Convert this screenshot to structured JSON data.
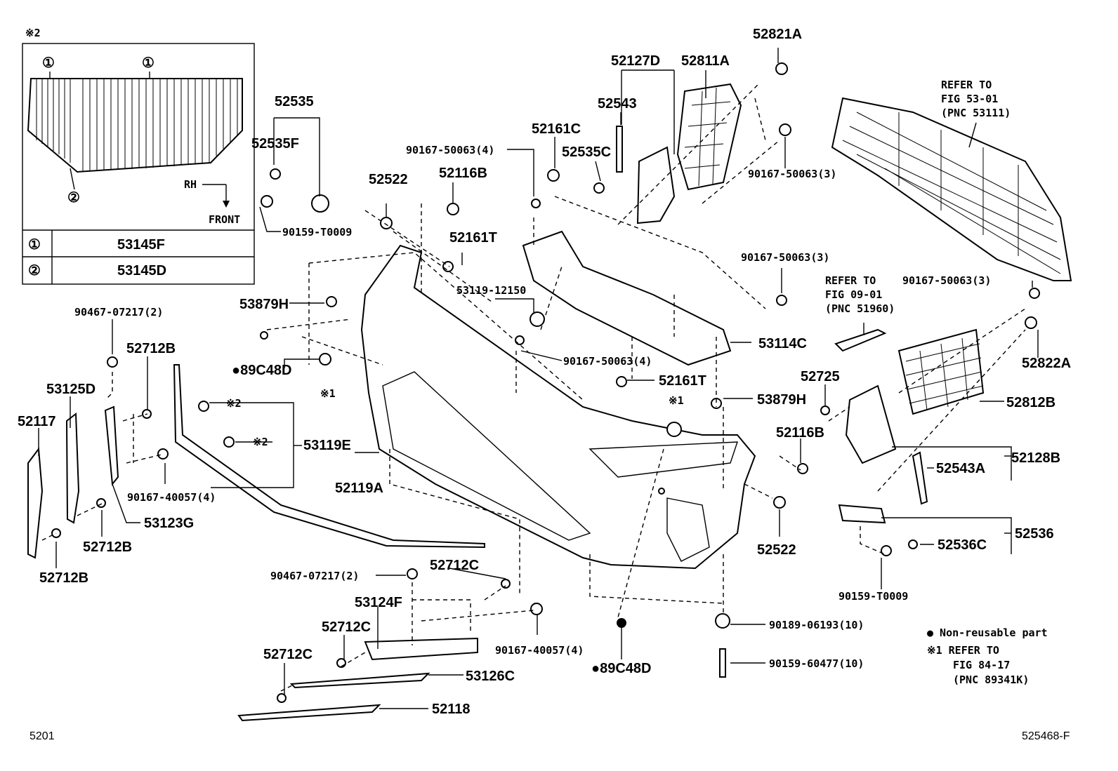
{
  "inset": {
    "marker": "※2",
    "callout_1": "①",
    "callout_2": "②",
    "dir_rh": "RH",
    "dir_front": "FRONT",
    "table": [
      {
        "no": "①",
        "part": "53145F"
      },
      {
        "no": "②",
        "part": "53145D"
      }
    ]
  },
  "labels": {
    "l52535": "52535",
    "l52535F": "52535F",
    "l90159T0009a": "90159-T0009",
    "l52522a": "52522",
    "l52116Ba": "52116B",
    "l90167_50063_4a": "90167-50063(4)",
    "l52161C": "52161C",
    "l52535C": "52535C",
    "l52127D": "52127D",
    "l52543": "52543",
    "l52811A": "52811A",
    "l52821A": "52821A",
    "l90167_50063_3a": "90167-50063(3)",
    "refer1_l1": "REFER TO",
    "refer1_l2": "FIG 53-01",
    "refer1_l3": "(PNC 53111)",
    "l52161Ta": "52161T",
    "l53119_12150": "53119-12150",
    "l90167_50063_3b": "90167-50063(3)",
    "refer2_l1": "REFER TO",
    "refer2_l2": "FIG 09-01",
    "refer2_l3": "(PNC 51960)",
    "l90167_50063_3c": "90167-50063(3)",
    "l53879Ha": "53879H",
    "l90467_07217_2a": "90467-07217(2)",
    "l52712Ba": "52712B",
    "l53114C": "53114C",
    "l89C48Da": "●89C48D",
    "l90167_50063_4b": "90167-50063(4)",
    "l52822A": "52822A",
    "l53125D": "53125D",
    "l52117": "52117",
    "mark1a": "※1",
    "l52161Tb": "52161T",
    "l52725": "52725",
    "mark1b": "※1",
    "l53879Hb": "53879H",
    "l52812B": "52812B",
    "mark2a": "※2",
    "mark2b": "※2",
    "l53119E": "53119E",
    "l52116Bb": "52116B",
    "l52128B": "52128B",
    "l52543A": "52543A",
    "l52119A": "52119A",
    "l90167_40057_4a": "90167-40057(4)",
    "l53123G": "53123G",
    "l52712Bb": "52712B",
    "l52712Bc": "52712B",
    "l52522b": "52522",
    "l52536": "52536",
    "l52536C": "52536C",
    "l90159T0009b": "90159-T0009",
    "l90467_07217_2b": "90467-07217(2)",
    "l52712Ca": "52712C",
    "l53124F": "53124F",
    "l52712Cb": "52712C",
    "l90167_40057_4b": "90167-40057(4)",
    "l52712Cc": "52712C",
    "l53126C": "53126C",
    "l52118": "52118",
    "l89C48Db": "●89C48D",
    "l90189_06193": "90189-06193(10)",
    "l90159_60477": "90159-60477(10)"
  },
  "legend": {
    "nonreusable": "● Non-reusable part",
    "ref_l1": "※1 REFER TO",
    "ref_l2": "FIG 84-17",
    "ref_l3": "(PNC 89341K)"
  },
  "footer": {
    "page_code": "5201",
    "figure_code": "525468-F"
  }
}
